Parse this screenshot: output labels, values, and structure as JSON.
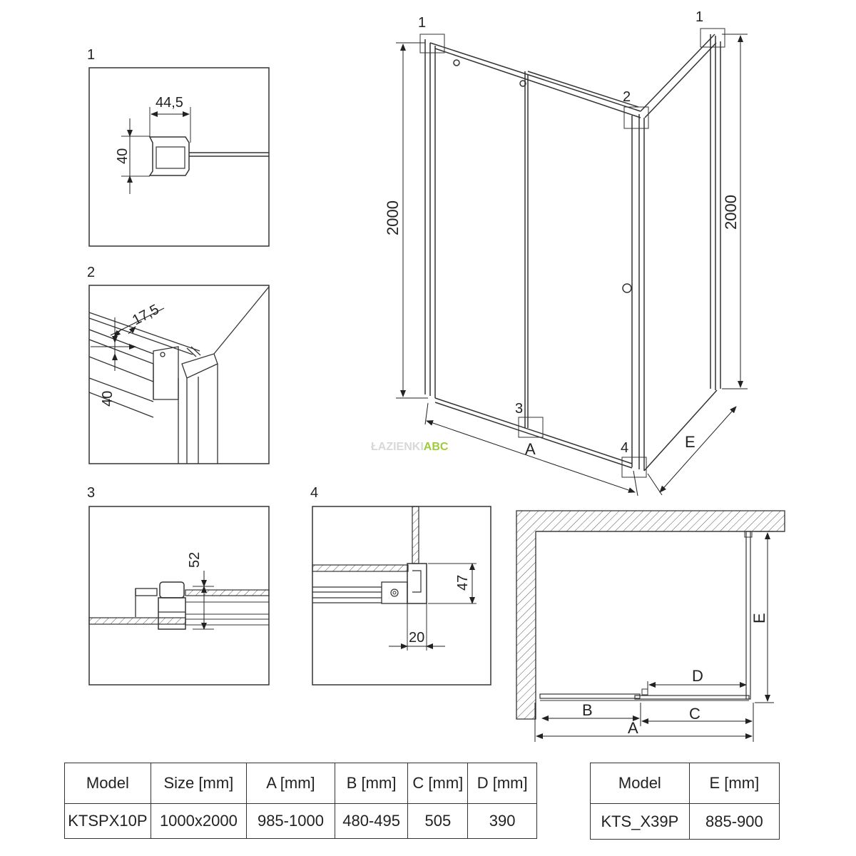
{
  "labels": {
    "detail1": "1",
    "detail2": "2",
    "detail3": "3",
    "detail4": "4",
    "callout1a": "1",
    "callout1b": "1",
    "callout2": "2",
    "callout3": "3",
    "callout4": "4"
  },
  "dims": {
    "d1_width": "44,5",
    "d1_height": "40",
    "d2_offset": "17,5",
    "d2_height": "40",
    "d3_height": "52",
    "d4_height": "47",
    "d4_width": "20",
    "height_left": "2000",
    "height_right": "2000",
    "dim_A": "A",
    "dim_E": "E",
    "plan_A": "A",
    "plan_B": "B",
    "plan_C": "C",
    "plan_D": "D",
    "plan_E": "E"
  },
  "watermark": {
    "part1": "ŁAZIENKI",
    "part2": "ABC"
  },
  "table_main": {
    "headers": [
      "Model",
      "Size [mm]",
      "A [mm]",
      "B [mm]",
      "C [mm]",
      "D [mm]"
    ],
    "row": [
      "KTSPX10P",
      "1000x2000",
      "985-1000",
      "480-495",
      "505",
      "390"
    ]
  },
  "table_side": {
    "headers": [
      "Model",
      "E [mm]"
    ],
    "row": [
      "KTS_X39P",
      "885-900"
    ]
  }
}
